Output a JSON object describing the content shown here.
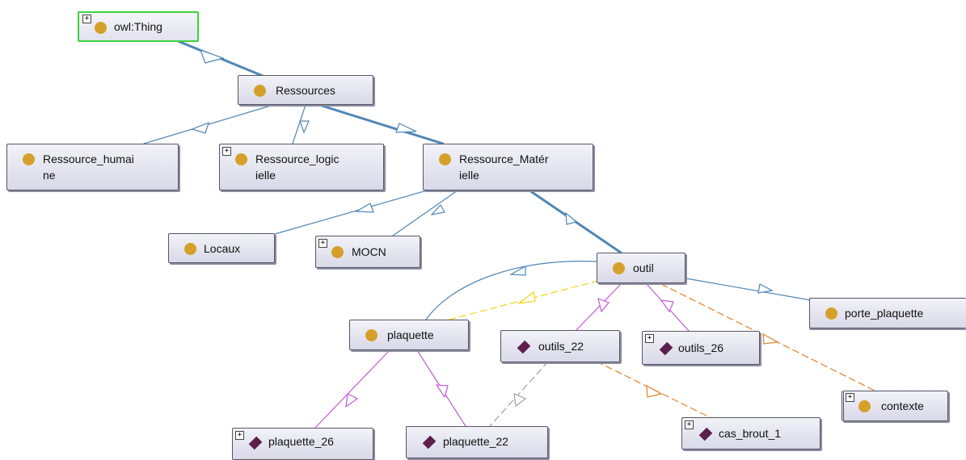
{
  "nodes": {
    "owl_thing": {
      "label": "owl:Thing"
    },
    "ressources": {
      "label": "Ressources"
    },
    "ressource_humaine": {
      "label": "Ressource_humai\nne"
    },
    "ressource_logicielle": {
      "label": "Ressource_logic\nielle"
    },
    "ressource_materielle": {
      "label": "Ressource_Matér\nielle"
    },
    "locaux": {
      "label": "Locaux"
    },
    "mocn": {
      "label": "MOCN"
    },
    "outil": {
      "label": "outil"
    },
    "porte_plaquette": {
      "label": "porte_plaquette"
    },
    "plaquette": {
      "label": "plaquette"
    },
    "outils_22": {
      "label": "outils_22"
    },
    "outils_26": {
      "label": "outils_26"
    },
    "contexte": {
      "label": "contexte"
    },
    "plaquette_26": {
      "label": "plaquette_26"
    },
    "plaquette_22": {
      "label": "plaquette_22"
    },
    "cas_brout_1": {
      "label": "cas_brout_1"
    }
  },
  "colors": {
    "subclass_edge": "#4f86b5",
    "individual_edge": "#c25ad6",
    "property_edge_orange": "#e0802a",
    "property_edge_yellow": "#f2d21a",
    "property_edge_gray": "#a0a0a0",
    "class_icon": "#d4a02a",
    "individual_icon": "#5c1f4c"
  }
}
